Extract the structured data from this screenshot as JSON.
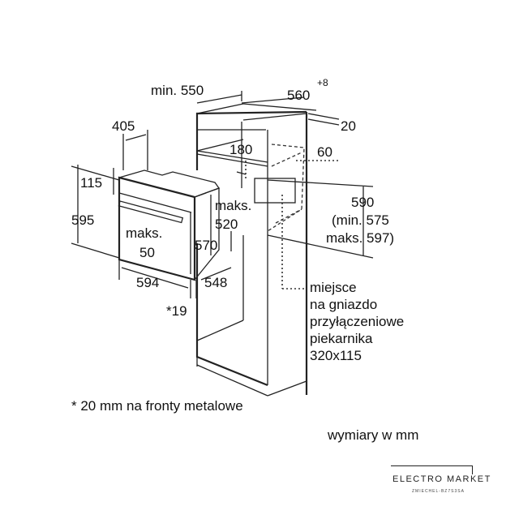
{
  "dimensions": {
    "min_550": "min. 550",
    "w_560": "560",
    "w_560_tol": "+8",
    "d_20": "20",
    "d_405": "405",
    "d_180": "180",
    "d_60": "60",
    "d_115": "115",
    "d_595": "595",
    "maks_520_a": "maks.",
    "maks_520_b": "520",
    "maks_50_a": "maks.",
    "maks_50_b": "50",
    "d_570": "570",
    "d_590": "590",
    "d_590_min": "(min. 575",
    "d_590_max": "maks. 597)",
    "d_594": "594",
    "d_548": "548",
    "d_19": "*19"
  },
  "socket_note": [
    "miejsce",
    "na gniazdo",
    "przyłączeniowe",
    "piekarnika",
    "320x115"
  ],
  "footnote": "* 20 mm na fronty metalowe",
  "units_note": "wymiary w mm",
  "watermark": {
    "name": "ELECTRO MARKET",
    "sub": "ZMIECHEL-BZ7S3SA"
  }
}
